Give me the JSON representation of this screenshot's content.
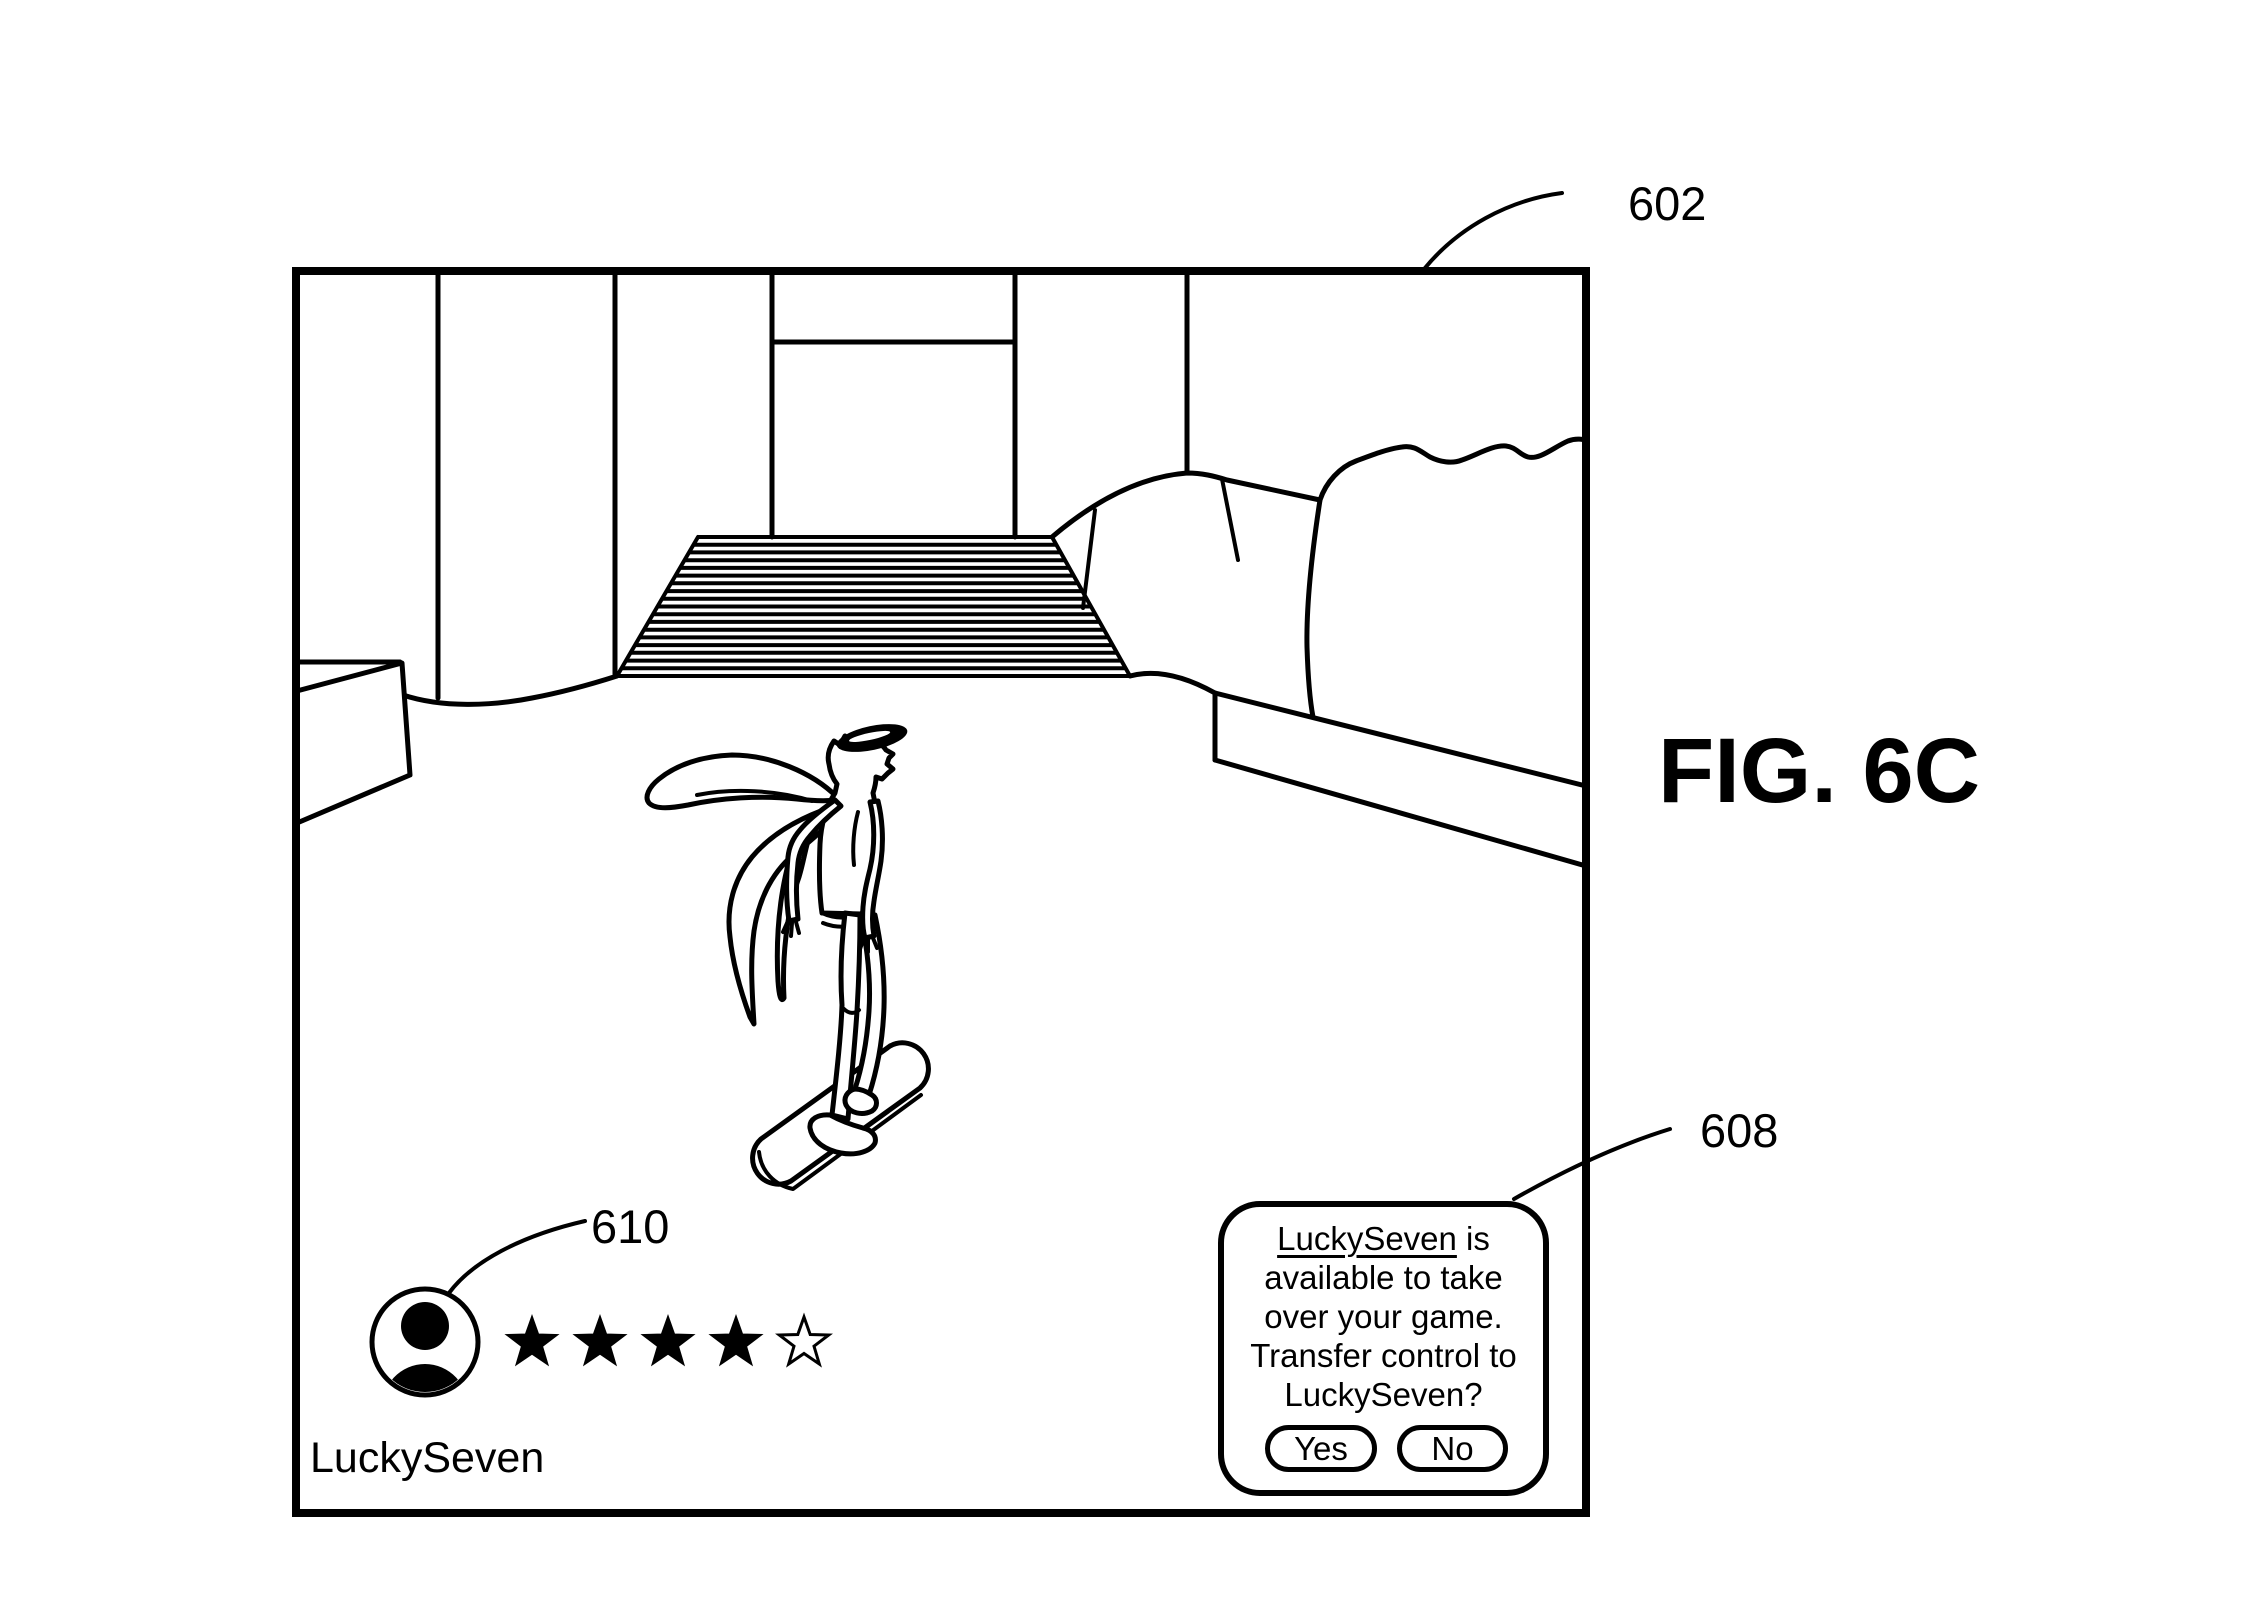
{
  "figure_label": "FIG. 6C",
  "reference_labels": {
    "screen": "602",
    "badge": "610",
    "dialog": "608"
  },
  "hud": {
    "player_name": "LuckySeven",
    "avatar_icon": "person-avatar-icon",
    "rating": {
      "filled": 4,
      "total": 5
    }
  },
  "dialog": {
    "message": {
      "name": "LuckySeven",
      "line1_rest": " is",
      "line2": "available to take",
      "line3": "over your game.",
      "line4": "Transfer control to",
      "line5": "LuckySeven?"
    },
    "buttons": {
      "yes": "Yes",
      "no": "No"
    }
  },
  "colors": {
    "ink": "#000000",
    "paper": "#ffffff"
  }
}
